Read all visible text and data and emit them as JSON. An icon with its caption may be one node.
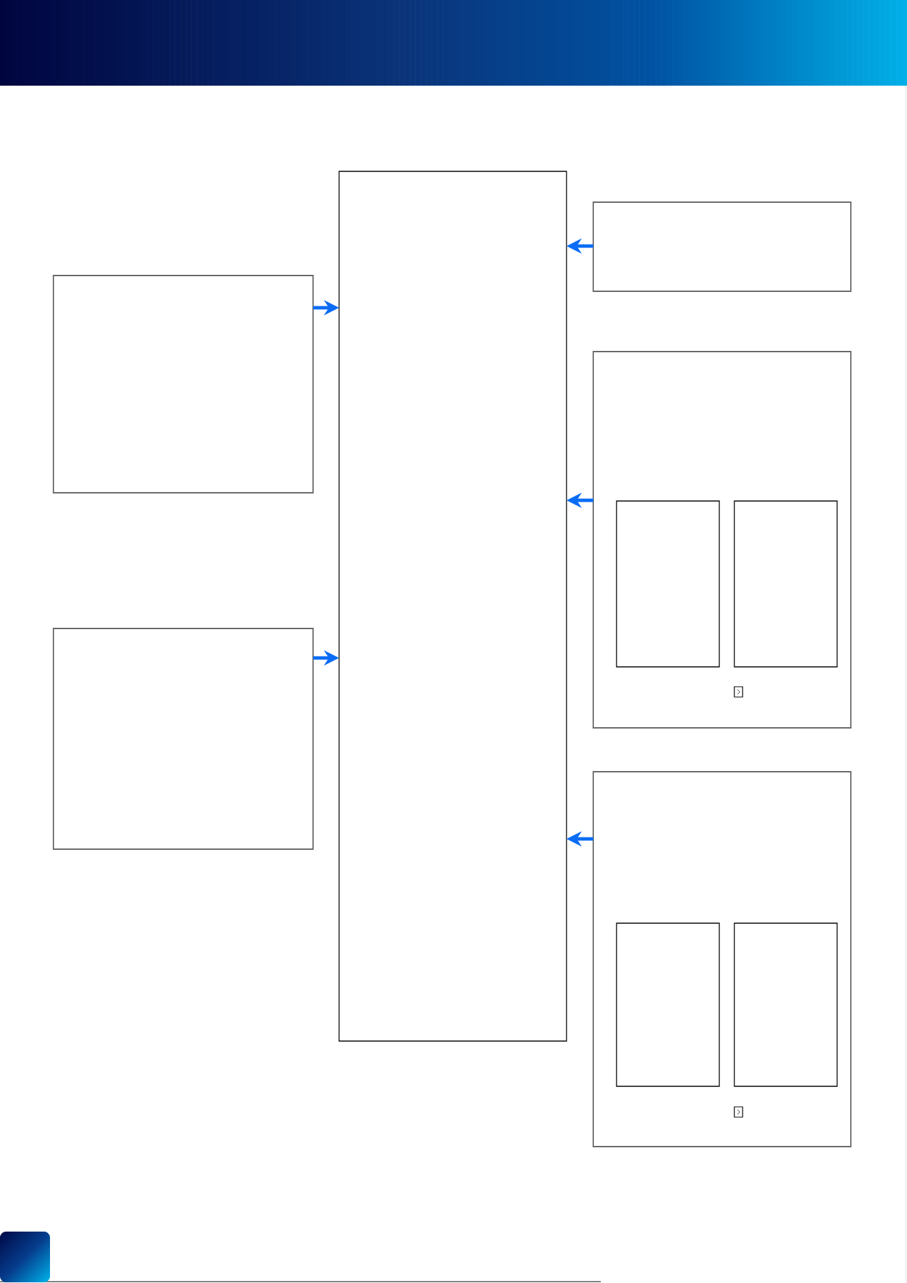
{
  "diagram": {
    "nodes": [
      {
        "text": [],
        "shape": "box"
      },
      {
        "text": [],
        "shape": "box"
      },
      {
        "text": [],
        "shape": "box"
      },
      {
        "text": [],
        "shape": "box"
      },
      {
        "text": [],
        "shape": "box"
      },
      {
        "text": [],
        "shape": "box",
        "in": 4
      },
      {
        "text": [],
        "shape": "box",
        "in": 4
      },
      {
        "text": [],
        "shape": "box"
      },
      {
        "text": [],
        "shape": "box",
        "in": 7
      },
      {
        "text": [],
        "shape": "box",
        "in": 7
      }
    ],
    "edges": [
      {
        "from": 0,
        "to": 2,
        "arrow": "to"
      },
      {
        "from": 1,
        "to": 2,
        "arrow": "to"
      },
      {
        "from": 3,
        "to": 2,
        "arrow": "to"
      },
      {
        "from": 4,
        "to": 2,
        "arrow": "to"
      },
      {
        "from": 7,
        "to": 2,
        "arrow": "to"
      }
    ]
  }
}
